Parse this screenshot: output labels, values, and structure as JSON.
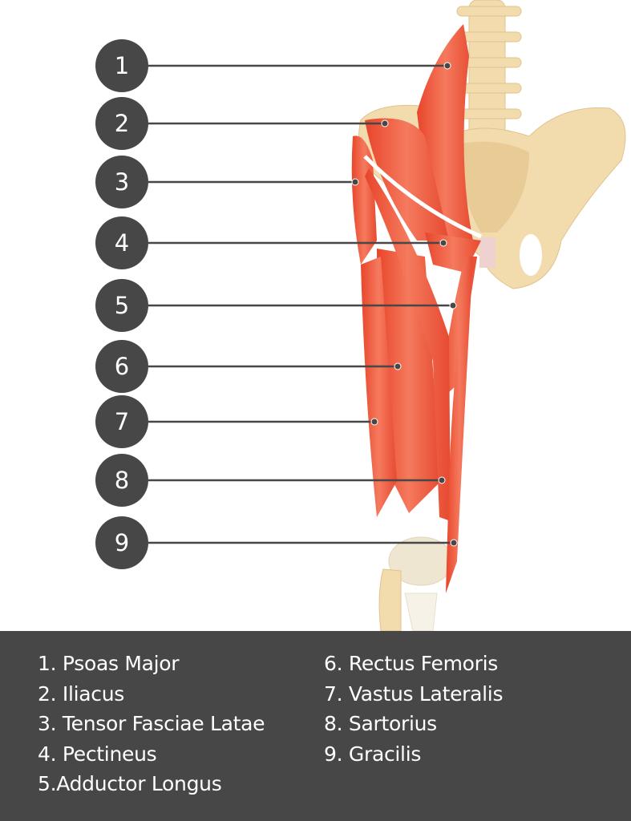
{
  "markers": [
    "1",
    "2",
    "3",
    "4",
    "5",
    "6",
    "7",
    "8",
    "9"
  ],
  "legend": {
    "left": [
      "1. Psoas Major",
      "2. Iliacus",
      "3. Tensor Fasciae Latae",
      "4. Pectineus",
      "5.Adductor Longus"
    ],
    "right": [
      "6. Rectus Femoris",
      "7. Vastus Lateralis",
      "8. Sartorius",
      "9. Gracilis"
    ]
  },
  "colors": {
    "muscle": "#f05a3c",
    "bone": "#f2dcae",
    "marker": "#474747",
    "legend_bg": "#474747"
  }
}
